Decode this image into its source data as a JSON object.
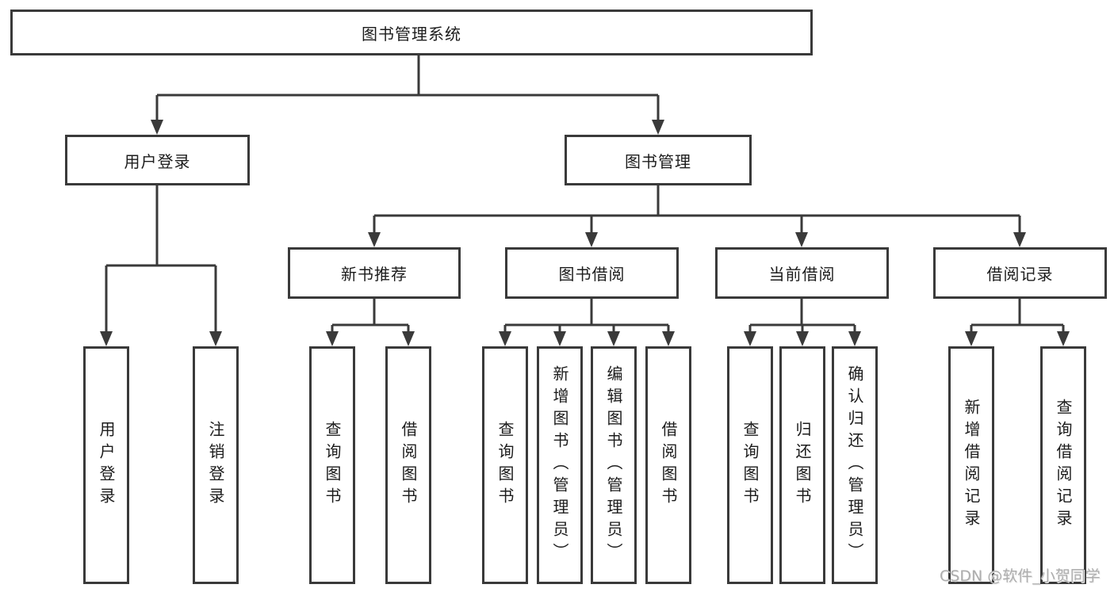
{
  "diagram": {
    "type": "tree-diagram",
    "root": {
      "label": "图书管理系统",
      "children": [
        {
          "label": "用户登录",
          "children": [
            {
              "label": "用户登录"
            },
            {
              "label": "注销登录"
            }
          ]
        },
        {
          "label": "图书管理",
          "children": [
            {
              "label": "新书推荐",
              "children": [
                {
                  "label": "查询图书"
                },
                {
                  "label": "借阅图书"
                }
              ]
            },
            {
              "label": "图书借阅",
              "children": [
                {
                  "label": "查询图书"
                },
                {
                  "label": "新增图书（管理员）"
                },
                {
                  "label": "编辑图书（管理员）"
                },
                {
                  "label": "借阅图书"
                }
              ]
            },
            {
              "label": "当前借阅",
              "children": [
                {
                  "label": "查询图书"
                },
                {
                  "label": "归还图书"
                },
                {
                  "label": "确认归还（管理员）"
                }
              ]
            },
            {
              "label": "借阅记录",
              "children": [
                {
                  "label": "新增借阅记录"
                },
                {
                  "label": "查询借阅记录"
                }
              ]
            }
          ]
        }
      ]
    },
    "colors": {
      "line": "#3a3a3a",
      "box_border": "#3a3a3a",
      "box_fill": "#ffffff",
      "text": "#1c1c1c",
      "watermark": "#adadad",
      "background": "#ffffff"
    }
  },
  "watermark": {
    "text": "CSDN @软件_小贺同学"
  }
}
